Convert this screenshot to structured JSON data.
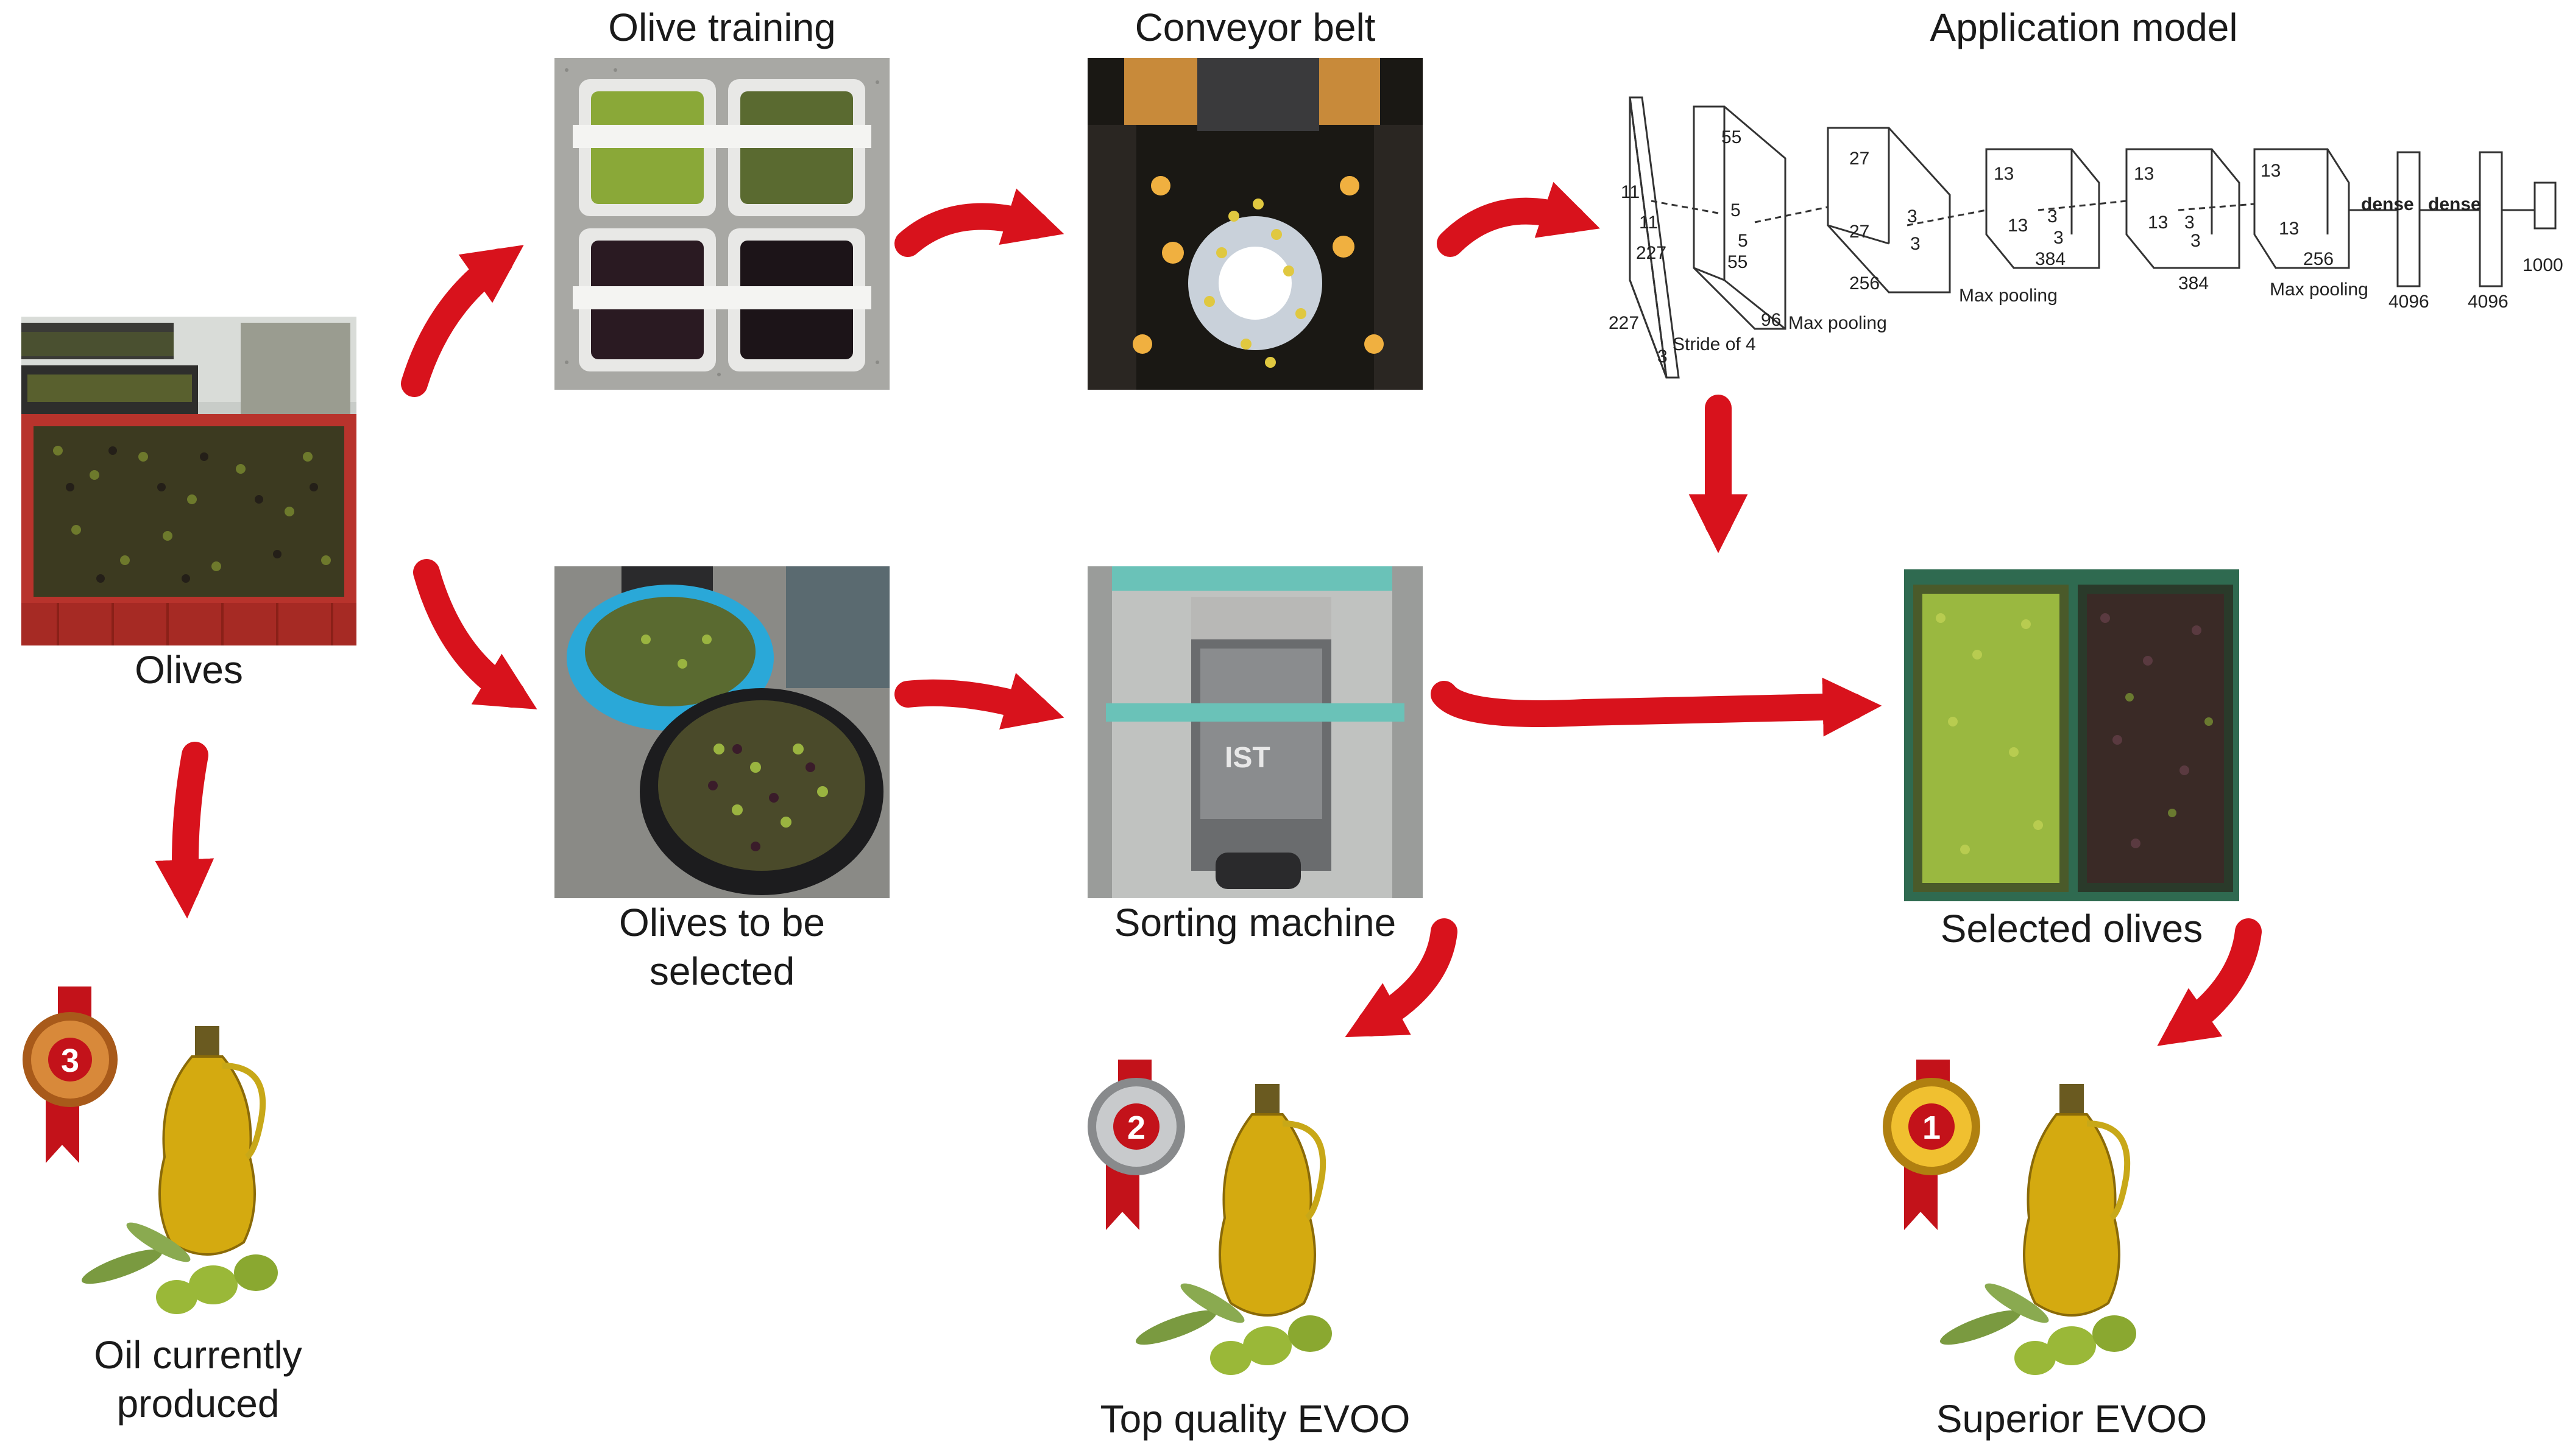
{
  "labels": {
    "olives": "Olives",
    "olive_training": "Olive training",
    "conveyor_belt": "Conveyor belt",
    "application_model": "Application model",
    "olives_to_be_selected_l1": "Olives to be",
    "olives_to_be_selected_l2": "selected",
    "sorting_machine": "Sorting machine",
    "selected_olives": "Selected olives",
    "oil_currently_l1": "Oil currently",
    "oil_currently_l2": "produced",
    "top_quality": "Top quality EVOO",
    "superior": "Superior EVOO"
  },
  "medals": {
    "bronze": "3",
    "silver": "2",
    "gold": "1"
  },
  "sorting_brand": "IST",
  "cnn": {
    "input_dims": [
      "11",
      "11",
      "227",
      "227",
      "3"
    ],
    "stride": "Stride of 4",
    "conv1": [
      "55",
      "5",
      "5",
      "55",
      "96"
    ],
    "pool1": "Max pooling",
    "conv2": [
      "27",
      "3",
      "3",
      "27",
      "256"
    ],
    "pool2": "Max pooling",
    "conv3": [
      "13",
      "3",
      "3",
      "13",
      "384"
    ],
    "conv4": [
      "13",
      "3",
      "3",
      "13",
      "384"
    ],
    "conv5": [
      "13",
      "13",
      "256"
    ],
    "pool3": "Max pooling",
    "dense1": "dense",
    "dense2": "dense",
    "fc1": "4096",
    "fc2": "4096",
    "out": "1000"
  },
  "colors": {
    "arrow_red": "#d8121c",
    "arrow_dark": "#8e0a10",
    "crate_red": "#b8322a",
    "olive_green": "#8aa838",
    "olive_dark": "#2a1a22",
    "oil_gold": "#c9a20a",
    "gold": "#e0b020",
    "silver": "#b8b8bc",
    "bronze": "#c97a2a",
    "ribbon_red": "#c3121a"
  }
}
